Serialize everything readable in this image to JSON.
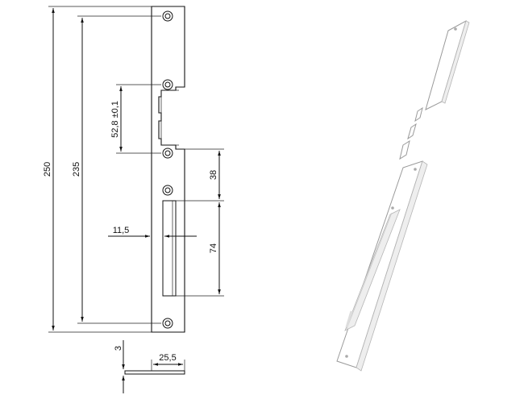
{
  "dimensions": {
    "total_height": "250",
    "hole_span": "235",
    "recess_height": "52,8 ±0,1",
    "upper_offset": "38",
    "slot_height": "74",
    "slot_offset": "11,5",
    "thickness": "3",
    "width": "25,5"
  },
  "colors": {
    "line": "#111111",
    "iso_edge": "#9a9a9a",
    "background": "#ffffff"
  }
}
